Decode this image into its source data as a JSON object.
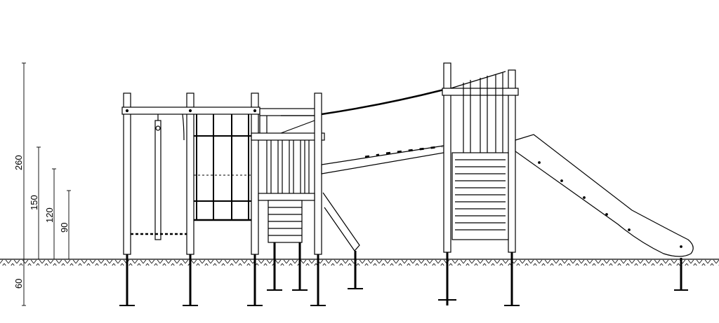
{
  "drawing": {
    "line_color": "#000000",
    "background": "#ffffff"
  },
  "dimensions": {
    "height_total": "260",
    "height_platform_high": "150",
    "height_platform_mid": "120",
    "height_platform_low": "90",
    "foundation_depth": "60"
  },
  "parts": {
    "swing_frame": "swing-frame",
    "climbing_net": "climbing-net",
    "low_tower": "low-tower",
    "rope_bridge": "rope-bridge",
    "high_tower": "high-tower",
    "slide": "slide"
  }
}
